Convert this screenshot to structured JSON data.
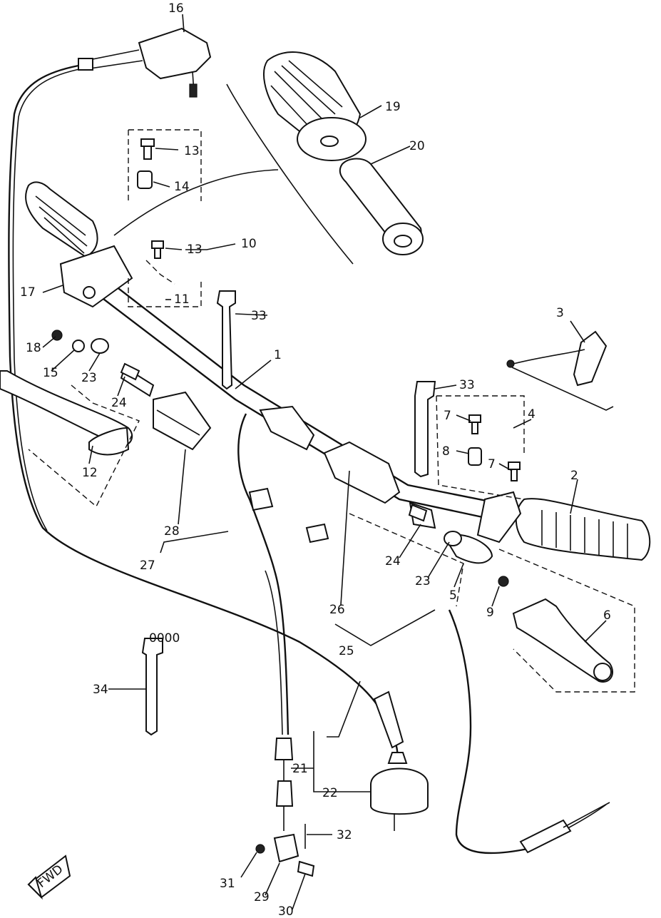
{
  "labels": {
    "p1": "1",
    "p2": "2",
    "p3": "3",
    "p4": "4",
    "p5": "5",
    "p6": "6",
    "p7a": "7",
    "p7b": "7",
    "p8": "8",
    "p9": "9",
    "p10": "10",
    "p11": "11",
    "p12": "12",
    "p13a": "13",
    "p13b": "13",
    "p14": "14",
    "p15": "15",
    "p16": "16",
    "p17": "17",
    "p18": "18",
    "p19": "19",
    "p20": "20",
    "p21": "21",
    "p22": "22",
    "p23a": "23",
    "p23b": "23",
    "p24a": "24",
    "p24b": "24",
    "p25": "25",
    "p26": "26",
    "p27": "27",
    "p28": "28",
    "p29": "29",
    "p30": "30",
    "p31": "31",
    "p32": "32",
    "p33a": "33",
    "p33b": "33",
    "p34": "34"
  },
  "fwd_mark": "FWD",
  "tie_strap_text": "0000"
}
